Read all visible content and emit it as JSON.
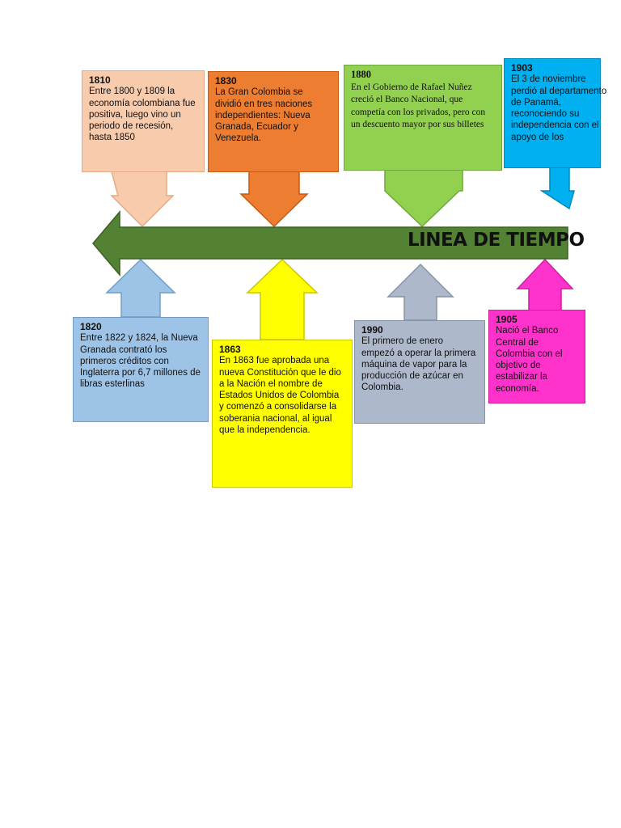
{
  "timeline": {
    "title": "LINEA DE TIEMPO",
    "colors": {
      "bar": "#548235",
      "bar_border": "#3a5f25"
    },
    "events_top": [
      {
        "year": "1810",
        "text": "Entre 1800 y 1809 la economía colombiana fue positiva, luego vino un periodo de recesión, hasta 1850",
        "color": "#f8cbad",
        "border": "#e5a985"
      },
      {
        "year": "1830",
        "text": "La Gran Colombia se dividió en tres naciones independientes: Nueva Granada, Ecuador y Venezuela.",
        "color": "#ed7d31",
        "border": "#c55a11"
      },
      {
        "year": "1880",
        "text": "En el Gobierno de Rafael Nuñez creció el Banco Nacional, que competía con los privados, pero con un descuento mayor por sus billetes",
        "color": "#92d050",
        "border": "#6fa83a"
      },
      {
        "year": "1903",
        "text": "El 3 de noviembre perdió al departamento de Panamá, reconociendo su independencia con el apoyo de los",
        "color": "#00b0f0",
        "border": "#0089bd"
      }
    ],
    "events_bottom": [
      {
        "year": "1820",
        "text": "Entre 1822 y 1824, la Nueva Granada contrató los primeros créditos con Inglaterra por 6,7 millones de libras esterlinas",
        "color": "#9dc3e6",
        "border": "#6f9fc9"
      },
      {
        "year": "1863",
        "text": "En 1863 fue aprobada una nueva Constitución que le dio a la Nación el nombre de Estados Unidos de Colombia y comenzó a consolidarse la soberania nacional, al igual que la independencia.",
        "color": "#ffff00",
        "border": "#c8c800"
      },
      {
        "year": "1990",
        "text": "El primero de enero empezó a operar la primera máquina de vapor para la producción de azúcar en Colombia.",
        "color": "#adb9ca",
        "border": "#8593a8"
      },
      {
        "year": "1905",
        "text": "Nació el Banco Central de Colombia con el objetivo de estabilizar la economía.",
        "color": "#ff33cc",
        "border": "#cc1ea3"
      }
    ]
  }
}
